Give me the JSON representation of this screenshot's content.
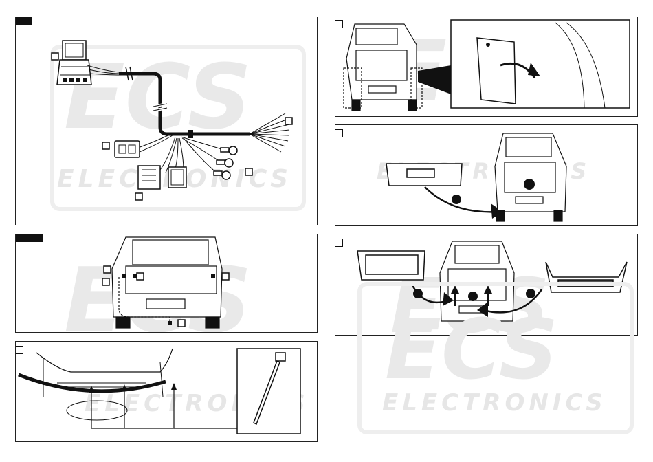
{
  "watermark": {
    "brand_mark": "ECS",
    "brand_text": "ELECTRONICS"
  },
  "colors": {
    "line": "#111111",
    "watermark": "#e6e6e6",
    "background": "#ffffff"
  },
  "panels": [
    {
      "id": "harness-kit",
      "step_tag": ""
    },
    {
      "id": "bumper-removal-prep",
      "step_tag": ""
    },
    {
      "id": "wiring-route",
      "step_tag": ""
    },
    {
      "id": "bumper-removal",
      "step_tag": ""
    },
    {
      "id": "cable-tie-fixing",
      "step_tag": ""
    },
    {
      "id": "trim-panel-removal",
      "step_tag": ""
    }
  ],
  "callouts": {
    "harness_labels": [
      "",
      "",
      "",
      "",
      ""
    ],
    "route_labels": [
      "",
      "",
      "",
      "",
      ""
    ],
    "step_numbers": [
      "",
      "",
      "",
      "",
      ""
    ]
  },
  "icons": [
    "harness-connector-icon",
    "ring-terminal-icon",
    "cable-tie-icon",
    "arrow-icon",
    "car-rear-icon",
    "bumper-icon",
    "trim-panel-icon"
  ]
}
